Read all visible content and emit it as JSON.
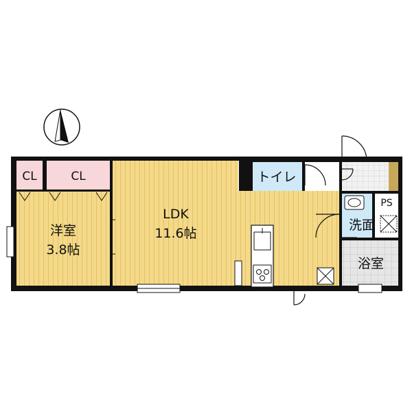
{
  "rooms": {
    "cl_left": {
      "label": "CL"
    },
    "cl_right": {
      "label": "CL"
    },
    "western_room": {
      "name": "洋室",
      "size": "3.8帖"
    },
    "ldk": {
      "name": "LDK",
      "size": "11.6帖"
    },
    "toilet": {
      "label": "トイレ"
    },
    "washroom": {
      "label": "洗面"
    },
    "ps": {
      "label": "PS"
    },
    "bathroom": {
      "label": "浴室"
    }
  },
  "colors": {
    "wall": "#111111",
    "floor_wood": "#f5d98a",
    "floor_stripe": "#e2c262",
    "closet": "#f8d7da",
    "toilet": "#cfe9f8",
    "washroom": "#cfe9f8",
    "bathroom": "#e6e6e6",
    "entry": "#ffffff"
  },
  "icons": {
    "compass": "north-arrow-icon",
    "sink": "sink-icon",
    "stove": "stove-icon",
    "washbasin": "washbasin-icon",
    "washer": "washing-machine-pan-icon"
  }
}
